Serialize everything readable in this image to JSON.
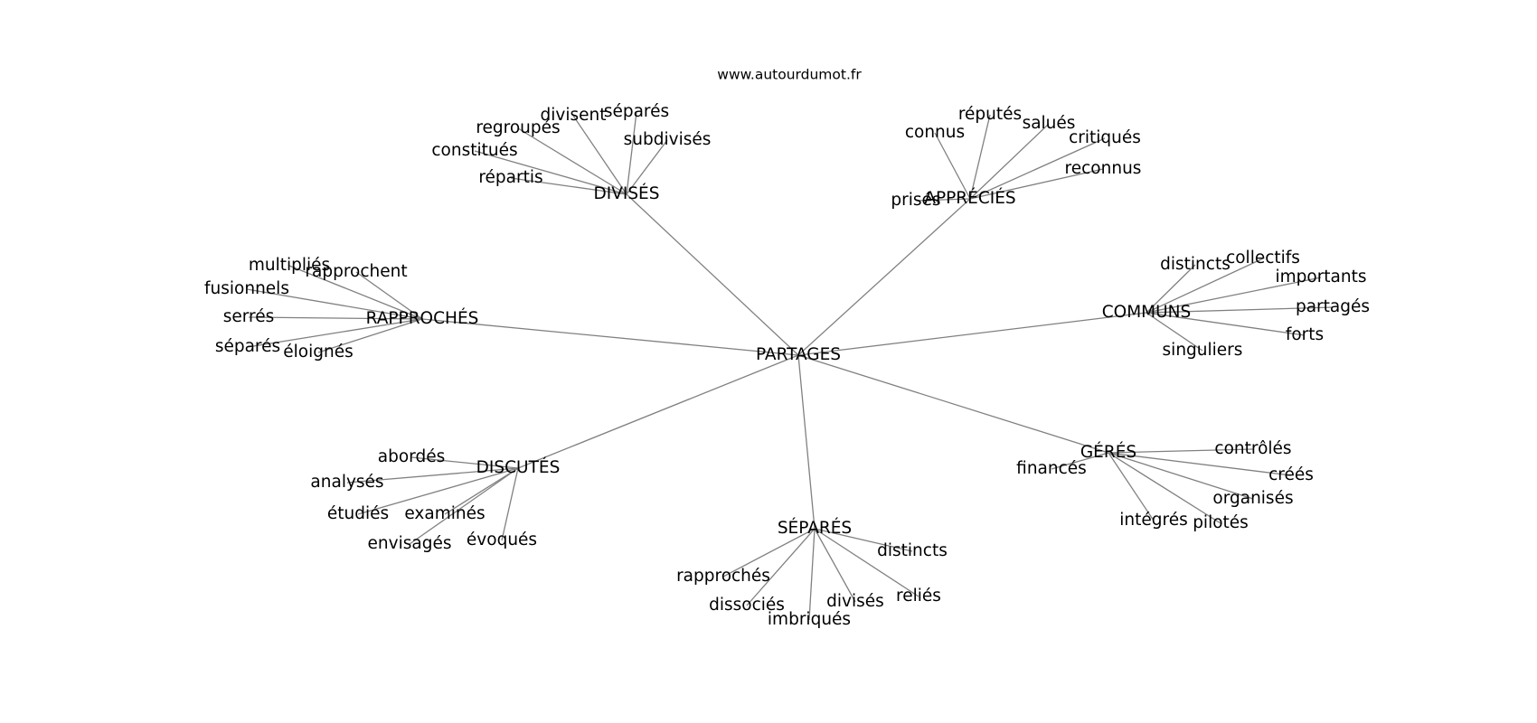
{
  "source_label": "www.autourdumot.fr",
  "center": {
    "label": "PARTAGES"
  },
  "clusters": [
    {
      "key": "divises",
      "label": "DIVISÉS",
      "words": [
        "divisent",
        "séparés",
        "regroupés",
        "subdivisés",
        "constitués",
        "répartis"
      ]
    },
    {
      "key": "apprecies",
      "label": "APPRÉCIÉS",
      "words": [
        "réputés",
        "connus",
        "salués",
        "critiqués",
        "reconnus",
        "prisés"
      ]
    },
    {
      "key": "rapproches",
      "label": "RAPPROCHÉS",
      "words": [
        "multipliés",
        "rapprochent",
        "fusionnels",
        "serrés",
        "séparés",
        "éloignés"
      ]
    },
    {
      "key": "communs",
      "label": "COMMUNS",
      "words": [
        "distincts",
        "collectifs",
        "importants",
        "partagés",
        "forts",
        "singuliers"
      ]
    },
    {
      "key": "discutes",
      "label": "DISCUTÉS",
      "words": [
        "abordés",
        "analysés",
        "étudiés",
        "examinés",
        "envisagés",
        "évoqués"
      ]
    },
    {
      "key": "geres",
      "label": "GÉRÉS",
      "words": [
        "contrôlés",
        "financés",
        "créés",
        "organisés",
        "intégrés",
        "pilotés"
      ]
    },
    {
      "key": "separes",
      "label": "SÉPARÉS",
      "words": [
        "distincts",
        "rapprochés",
        "reliés",
        "divisés",
        "dissociés",
        "imbriqués"
      ]
    }
  ]
}
